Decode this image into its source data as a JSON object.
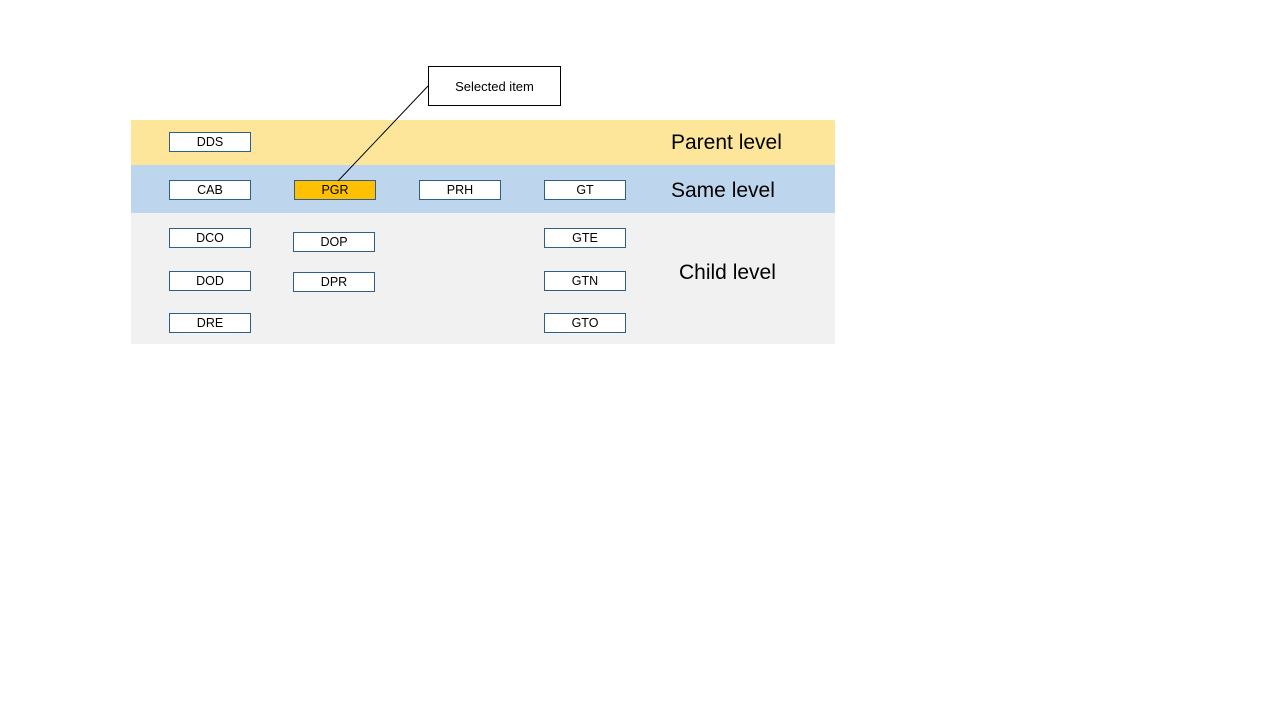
{
  "levels": {
    "parent": "Parent level",
    "same": "Same level",
    "child": "Child level"
  },
  "callout": {
    "text": "Selected item"
  },
  "nodes": {
    "dds": "DDS",
    "cab": "CAB",
    "pgr": "PGR",
    "prh": "PRH",
    "gt": "GT",
    "dco": "DCO",
    "dod": "DOD",
    "dre": "DRE",
    "dop": "DOP",
    "dpr": "DPR",
    "gte": "GTE",
    "gtn": "GTN",
    "gto": "GTO"
  },
  "selected_node": "PGR",
  "colors": {
    "parent_band": "#fde69a",
    "same_band": "#bdd6ee",
    "child_band": "#f1f1f1",
    "selected_fill": "#ffc000",
    "node_border": "#2e5f8a"
  }
}
